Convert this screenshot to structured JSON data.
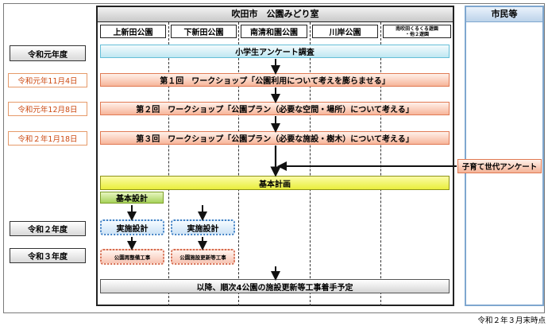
{
  "header": {
    "org_title": "吹田市　公園みどり室",
    "citizen_title": "市民等"
  },
  "parks": [
    "上新田公園",
    "下新田公園",
    "南清和園公園",
    "川岸公園"
  ],
  "park5": {
    "line1": "南吹田くるくる遊園",
    "line2": "・他２遊園"
  },
  "timeline": {
    "r1": "令和元年度",
    "d1": "令和元年11月4日",
    "d2": "令和元年12月8日",
    "d3": "令和２年1月18日",
    "r2": "令和２年度",
    "r3": "令和３年度"
  },
  "steps": {
    "survey": "小学生アンケート調査",
    "ws1": "第１回　ワークショップ「公園利用について考えを膨らませる」",
    "ws2": "第２回　ワークショップ「公園プラン（必要な空間・場所）について考える」",
    "ws3": "第３回　ワークショップ「公園プラン（必要な施設・樹木）について考える」",
    "kosodate": "子育て世代アンケート",
    "basic_plan": "基本計画",
    "basic_design": "基本設計",
    "detail_design_1": "実施設計",
    "detail_design_2": "実施設計",
    "work_1": "公園再整備工事",
    "work_2": "公園施設更新等工事",
    "final": "以降、順次4公園の施設更新等工事着手予定"
  },
  "footnote": "令和２年３月末時点"
}
